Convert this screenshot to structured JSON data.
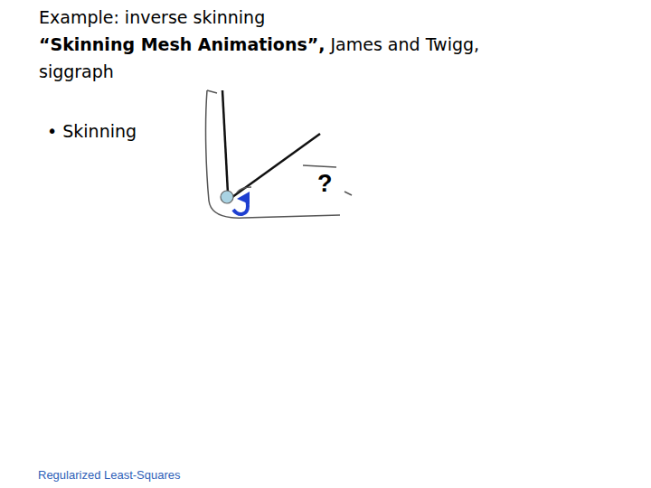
{
  "diagram": {
    "title": "Example: inverse skinning",
    "caption": "Regularized Least-Squares",
    "labels": [
      "“Skinning Mesh Animations”,",
      "James and Twigg, siggraph",
      "• Skinning",
      "?"
    ]
  }
}
